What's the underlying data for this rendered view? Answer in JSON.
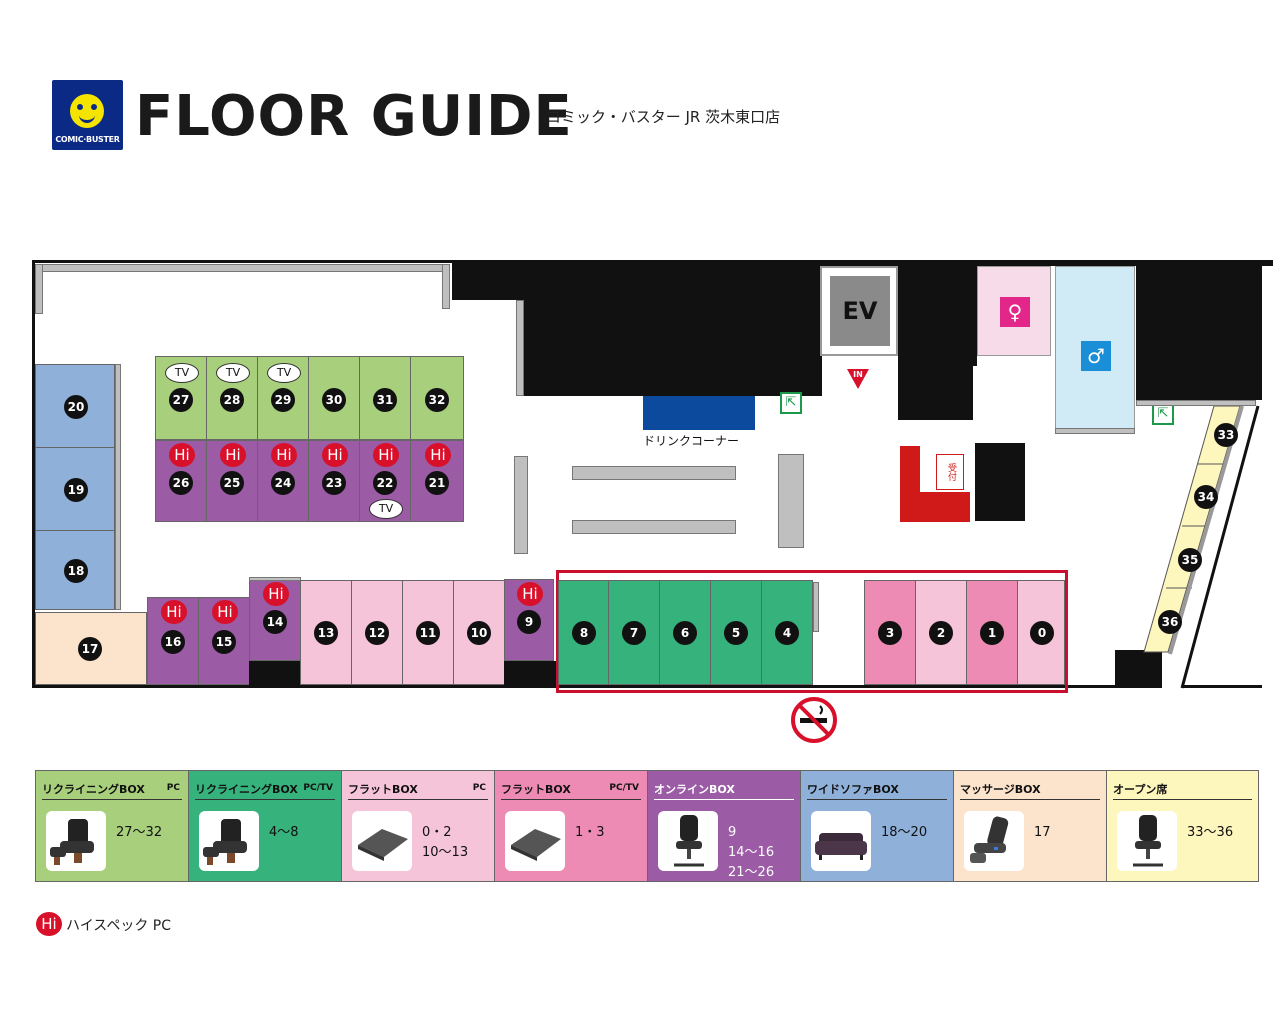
{
  "header": {
    "title": "FLOOR GUIDE",
    "shop_name": "コミック・バスター JR 茨木東口店",
    "logo_text": "COMIC·BUSTER"
  },
  "map": {
    "ev_label": "EV",
    "in_label": "IN",
    "drink_corner": "ドリンクコーナー",
    "reception": "受付",
    "hi_label": "Hi",
    "tv_label": "TV"
  },
  "seats": {
    "light_green": [
      "27",
      "28",
      "29",
      "30",
      "31",
      "32"
    ],
    "purple_hi": [
      "26",
      "25",
      "24",
      "23",
      "22",
      "21"
    ],
    "left_blue": [
      "20",
      "19",
      "18"
    ],
    "peach": "17",
    "purple_bottom": [
      "16",
      "15",
      "14"
    ],
    "pink_flat": [
      "13",
      "12",
      "11",
      "10"
    ],
    "online_9": "9",
    "dark_green": [
      "8",
      "7",
      "6",
      "5",
      "4"
    ],
    "pink_right": [
      "3",
      "2",
      "1",
      "0"
    ],
    "open": [
      "33",
      "34",
      "35",
      "36"
    ]
  },
  "colors": {
    "light_green": "#a8d07c",
    "purple": "#9b5ba5",
    "blue": "#8fb0d9",
    "peach": "#fbe3cc",
    "pink": "#f6c4d8",
    "hot_pink": "#ee8bb4",
    "dark_green": "#36b27c",
    "yellow": "#fdf6bd",
    "black": "#111111",
    "hi_red": "#d8102a"
  },
  "legend": [
    {
      "title": "リクライニングBOX",
      "tag": "PC",
      "range": "27〜32",
      "color": "#a8d07c",
      "icon": "recliner-icon"
    },
    {
      "title": "リクライニングBOX",
      "tag": "PC/TV",
      "range": "4〜8",
      "color": "#36b27c",
      "icon": "recliner-icon"
    },
    {
      "title": "フラットBOX",
      "tag": "PC",
      "range": "0・2\n10〜13",
      "color": "#f6c4d8",
      "icon": "mat-icon"
    },
    {
      "title": "フラットBOX",
      "tag": "PC/TV",
      "range": "1・3",
      "color": "#ee8bb4",
      "icon": "mat-icon"
    },
    {
      "title": "オンラインBOX",
      "tag": "",
      "range": "9\n14〜16\n21〜26",
      "color": "#9b5ba5",
      "icon": "office-chair-icon"
    },
    {
      "title": "ワイドソファBOX",
      "tag": "",
      "range": "18〜20",
      "color": "#8fb0d9",
      "icon": "sofa-icon"
    },
    {
      "title": "マッサージBOX",
      "tag": "",
      "range": "17",
      "color": "#fbe3cc",
      "icon": "massage-chair-icon"
    },
    {
      "title": "オープン席",
      "tag": "",
      "range": "33〜36",
      "color": "#fdf6bd",
      "icon": "office-chair-icon"
    }
  ],
  "hi_note": {
    "badge": "Hi",
    "text": "ハイスペック PC"
  }
}
